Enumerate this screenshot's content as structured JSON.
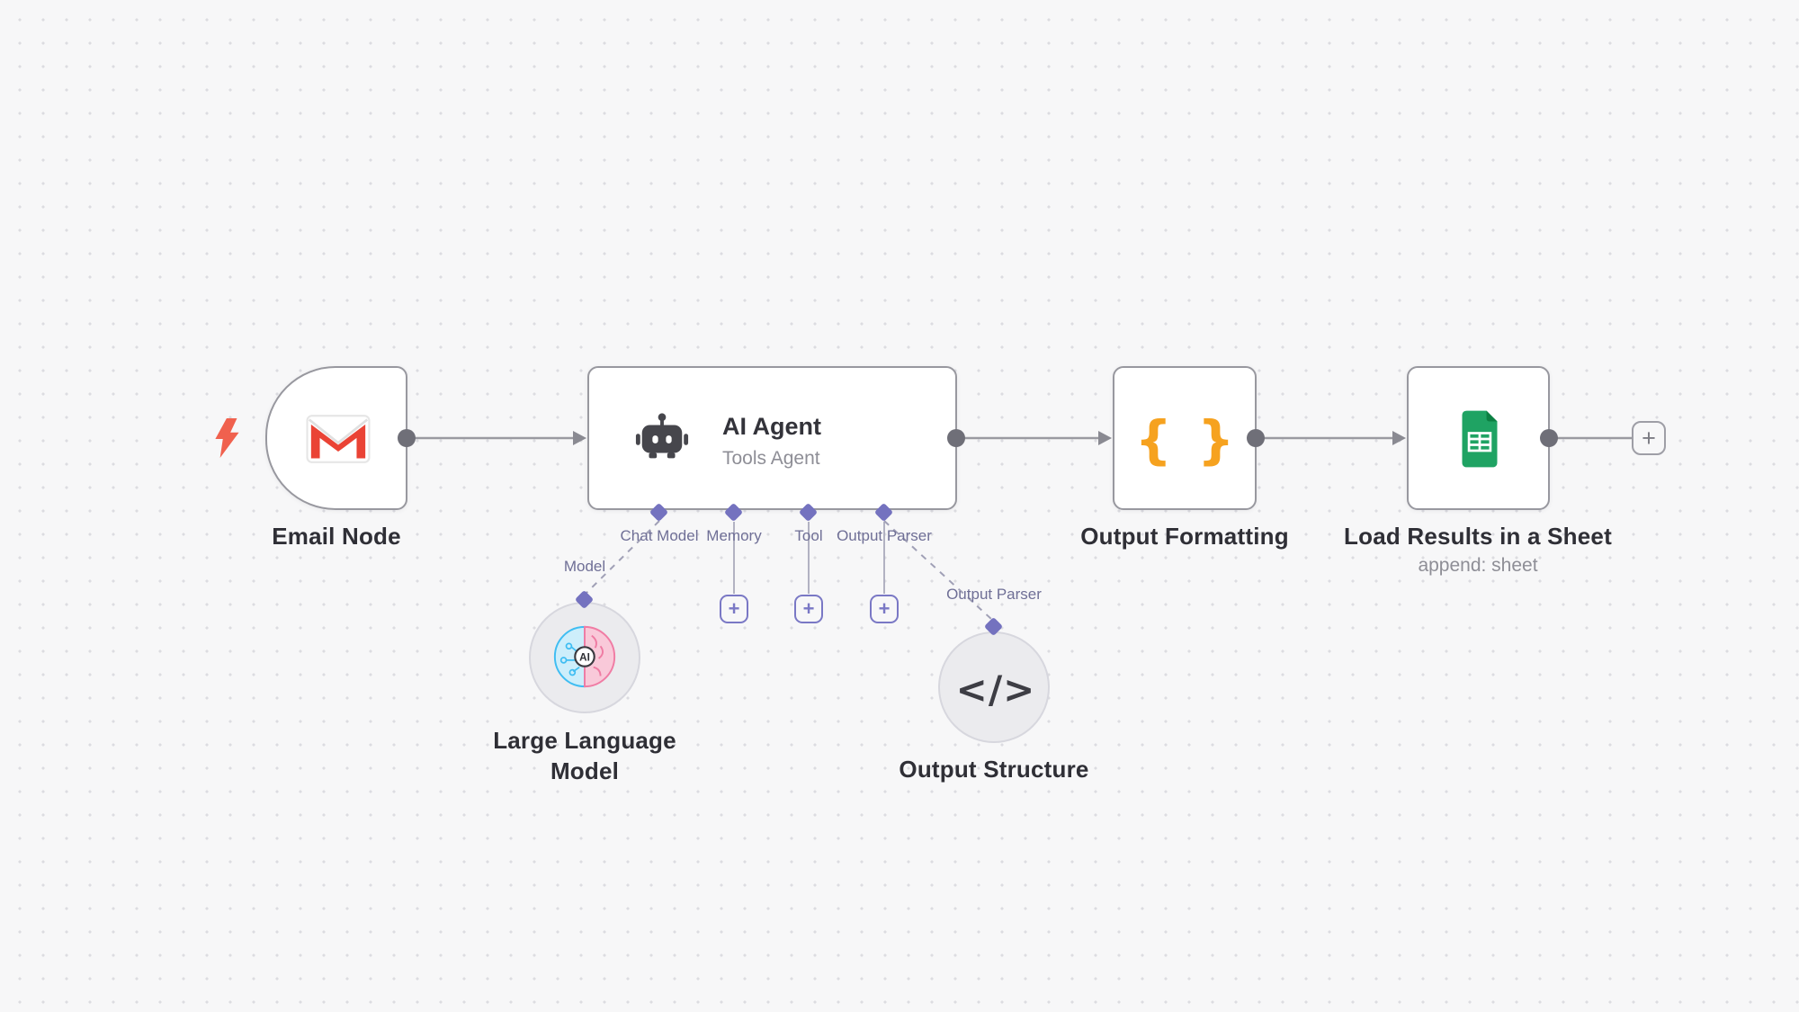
{
  "canvas": {
    "background": "#f7f7f8",
    "dot_color": "#dcdce1"
  },
  "nodes": {
    "email": {
      "label": "Email Node"
    },
    "ai_agent": {
      "title": "AI Agent",
      "subtitle": "Tools Agent"
    },
    "output_formatting": {
      "label": "Output Formatting",
      "icon_text": "{ }"
    },
    "sheet": {
      "label": "Load Results in a Sheet",
      "subtitle": "append: sheet"
    },
    "llm": {
      "label": "Large Language Model",
      "badge": "AI",
      "port_label": "Model"
    },
    "output_structure": {
      "label": "Output Structure",
      "icon_text": "</>",
      "port_label": "Output Parser"
    }
  },
  "agent_ports": [
    {
      "label": "Chat Model"
    },
    {
      "label": "Memory"
    },
    {
      "label": "Tool"
    },
    {
      "label": "Output Parser"
    }
  ],
  "icons": {
    "plus_glyph": "+"
  },
  "colors": {
    "accent_purple": "#7472bf",
    "connection_gray": "#9a9aa1",
    "brace_orange": "#f6a21f",
    "gmail_red": "#ea4335",
    "sheets_green": "#1fa363",
    "bolt_red": "#f0614e"
  }
}
